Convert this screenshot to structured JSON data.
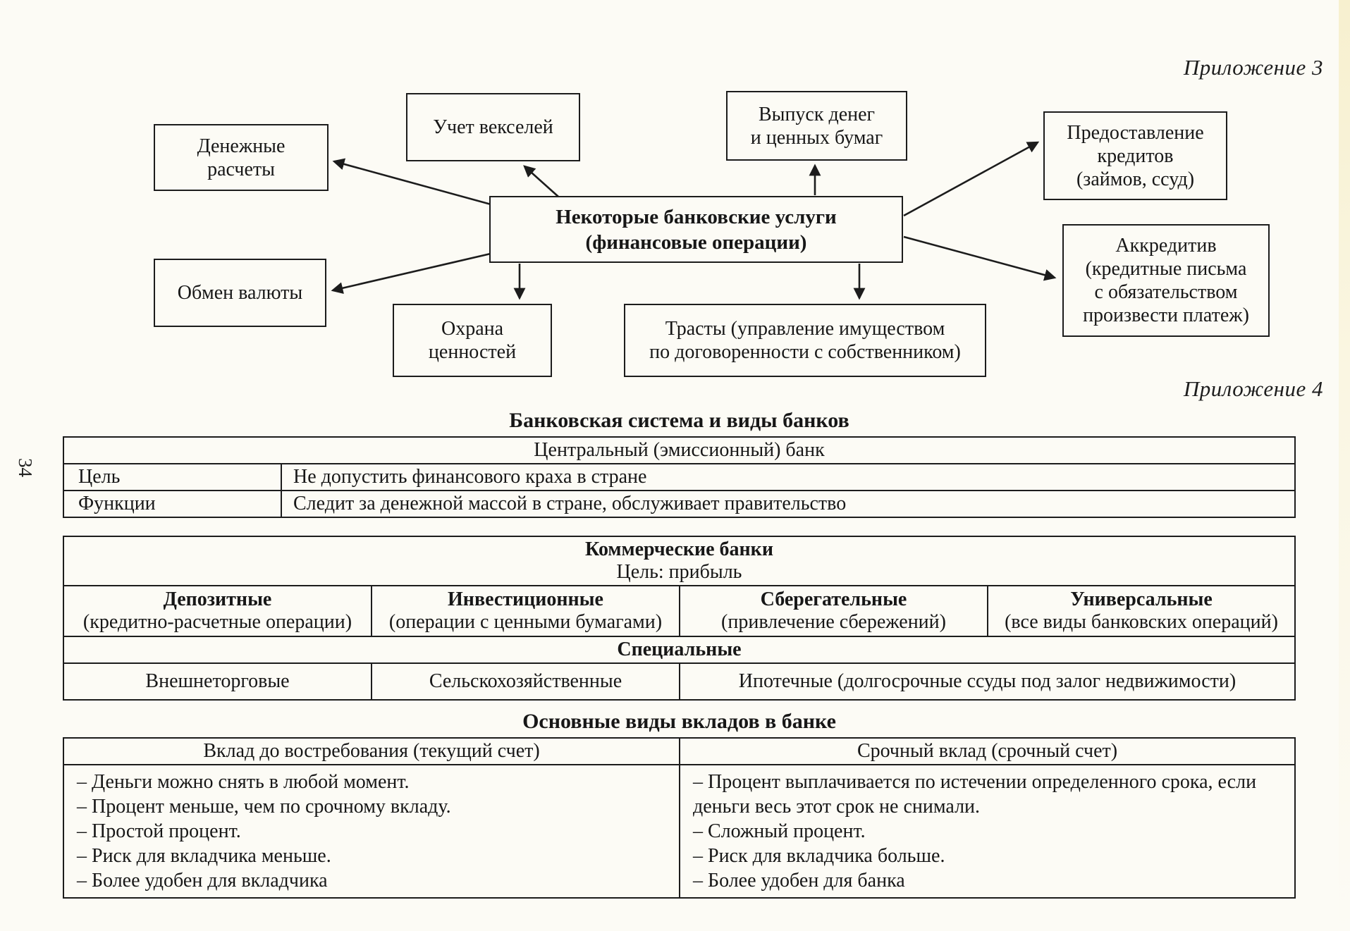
{
  "page": {
    "side_page_number": "34",
    "appendix3": "Приложение 3",
    "appendix4": "Приложение 4"
  },
  "diagram": {
    "center": "Некоторые банковские услуги\n(финансовые операции)",
    "boxes": {
      "money_settlements": "Денежные\nрасчеты",
      "bills_accounting": "Учет векселей",
      "money_issue": "Выпуск денег\nи ценных бумаг",
      "credits": "Предоставление\nкредитов\n(займов, ссуд)",
      "currency_exchange": "Обмен валюты",
      "letter_of_credit": "Аккредитив\n(кредитные письма\nс обязательством\nпроизвести платеж)",
      "valuables_custody": "Охрана\nценностей",
      "trusts": "Трасты (управление имуществом\nпо договоренности с собственником)"
    }
  },
  "section1": {
    "title": "Банковская система и виды банков",
    "central_bank": {
      "header": "Центральный (эмиссионный) банк",
      "rows": [
        {
          "label": "Цель",
          "value": "Не допустить финансового краха в стране"
        },
        {
          "label": "Функции",
          "value": "Следит за денежной массой в стране, обслуживает правительство"
        }
      ]
    },
    "commercial_banks": {
      "header": "Коммерческие банки",
      "subheader": "Цель: прибыль",
      "types": [
        {
          "name": "Депозитные",
          "note": "(кредитно-расчетные операции)"
        },
        {
          "name": "Инвестиционные",
          "note": "(операции с ценными бумагами)"
        },
        {
          "name": "Сберегательные",
          "note": "(привлечение сбережений)"
        },
        {
          "name": "Универсальные",
          "note": "(все виды банковских операций)"
        }
      ],
      "special_header": "Специальные",
      "special_types": [
        "Внешнеторговые",
        "Сельскохозяйственные",
        "Ипотечные (долгосрочные ссуды под залог недвижимости)"
      ]
    }
  },
  "section2": {
    "title": "Основные виды вкладов в банке",
    "deposits": {
      "demand": {
        "header": "Вклад до востребования (текущий счет)",
        "items": [
          "– Деньги можно снять в любой момент.",
          "– Процент меньше, чем по срочному вкладу.",
          "– Простой процент.",
          "– Риск для вкладчика меньше.",
          "– Более удобен для вкладчика"
        ]
      },
      "term": {
        "header": "Срочный вклад (срочный счет)",
        "items": [
          "– Процент выплачивается по истечении определенного срока, если деньги весь этот срок не снимали.",
          "– Сложный процент.",
          "– Риск для вкладчика больше.",
          "– Более удобен для банка"
        ]
      }
    }
  }
}
